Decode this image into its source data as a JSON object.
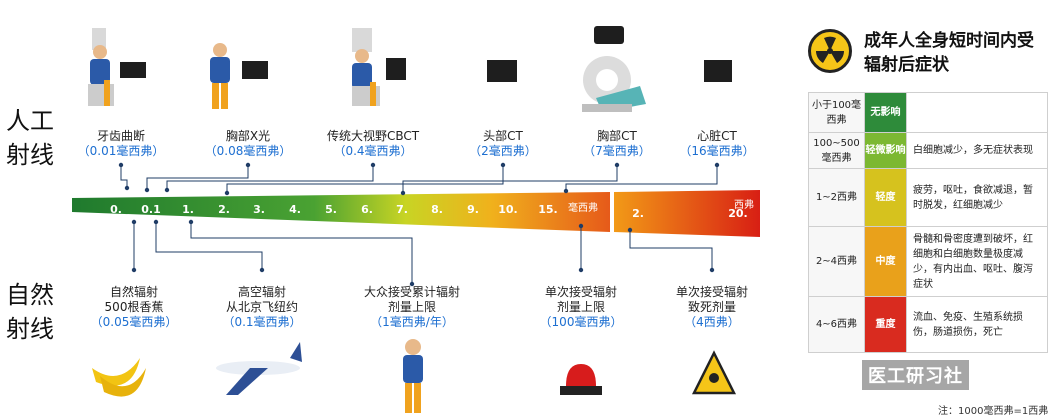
{
  "left_labels": {
    "artificial": "人工\n射线",
    "natural": "自然\n射线"
  },
  "artificial_items": [
    {
      "name": "牙齿曲断",
      "dose": "（0.01毫西弗）"
    },
    {
      "name": "胸部X光",
      "dose": "（0.08毫西弗）"
    },
    {
      "name": "传统大视野CBCT",
      "dose": "（0.4毫西弗）"
    },
    {
      "name": "头部CT",
      "dose": "（2毫西弗）"
    },
    {
      "name": "胸部CT",
      "dose": "（7毫西弗）"
    },
    {
      "name": "心脏CT",
      "dose": "（16毫西弗）"
    }
  ],
  "natural_items": [
    {
      "line1": "自然辐射",
      "line2": "500根香蕉",
      "dose": "（0.05毫西弗）"
    },
    {
      "line1": "高空辐射",
      "line2": "从北京飞纽约",
      "dose": "（0.1毫西弗）"
    },
    {
      "line1": "大众接受累计辐射",
      "line2": "剂量上限",
      "dose": "（1毫西弗/年）"
    },
    {
      "line1": "单次接受辐射",
      "line2": "剂量上限",
      "dose": "（100毫西弗）"
    },
    {
      "line1": "单次接受辐射",
      "line2": "致死剂量",
      "dose": "（4西弗）"
    }
  ],
  "scale": {
    "msv_ticks": [
      "0.",
      "0.1",
      "1.",
      "2.",
      "3.",
      "4.",
      "5.",
      "6.",
      "7.",
      "8.",
      "9.",
      "10.",
      "15."
    ],
    "msv_unit": "毫西弗",
    "sv_ticks": [
      "2.",
      "20."
    ],
    "sv_unit": "西弗"
  },
  "panel": {
    "title": "成年人全身短时间内受辐射后症状",
    "rows": [
      {
        "dose": "小于100毫西弗",
        "level": "无影响",
        "desc": "",
        "color": "#2e8b3a"
      },
      {
        "dose": "100~500毫西弗",
        "level": "轻微影响",
        "desc": "白细胞减少，多无症状表现",
        "color": "#7cb832"
      },
      {
        "dose": "1~2西弗",
        "level": "轻度",
        "desc": "疲劳，呕吐，食欲减退，暂时脱发，红细胞减少",
        "color": "#d6c21e"
      },
      {
        "dose": "2~4西弗",
        "level": "中度",
        "desc": "骨髓和骨密度遭到破坏，红细胞和白细胞数量极度减少，有内出血、呕吐、腹泻症状",
        "color": "#e9a11b"
      },
      {
        "dose": "4~6西弗",
        "level": "重度",
        "desc": "流血、免疫、生殖系统损伤，肠道损伤，死亡",
        "color": "#d92b1f"
      }
    ],
    "footnote": "注：1000毫西弗=1西弗"
  },
  "watermark": "医工研习社"
}
